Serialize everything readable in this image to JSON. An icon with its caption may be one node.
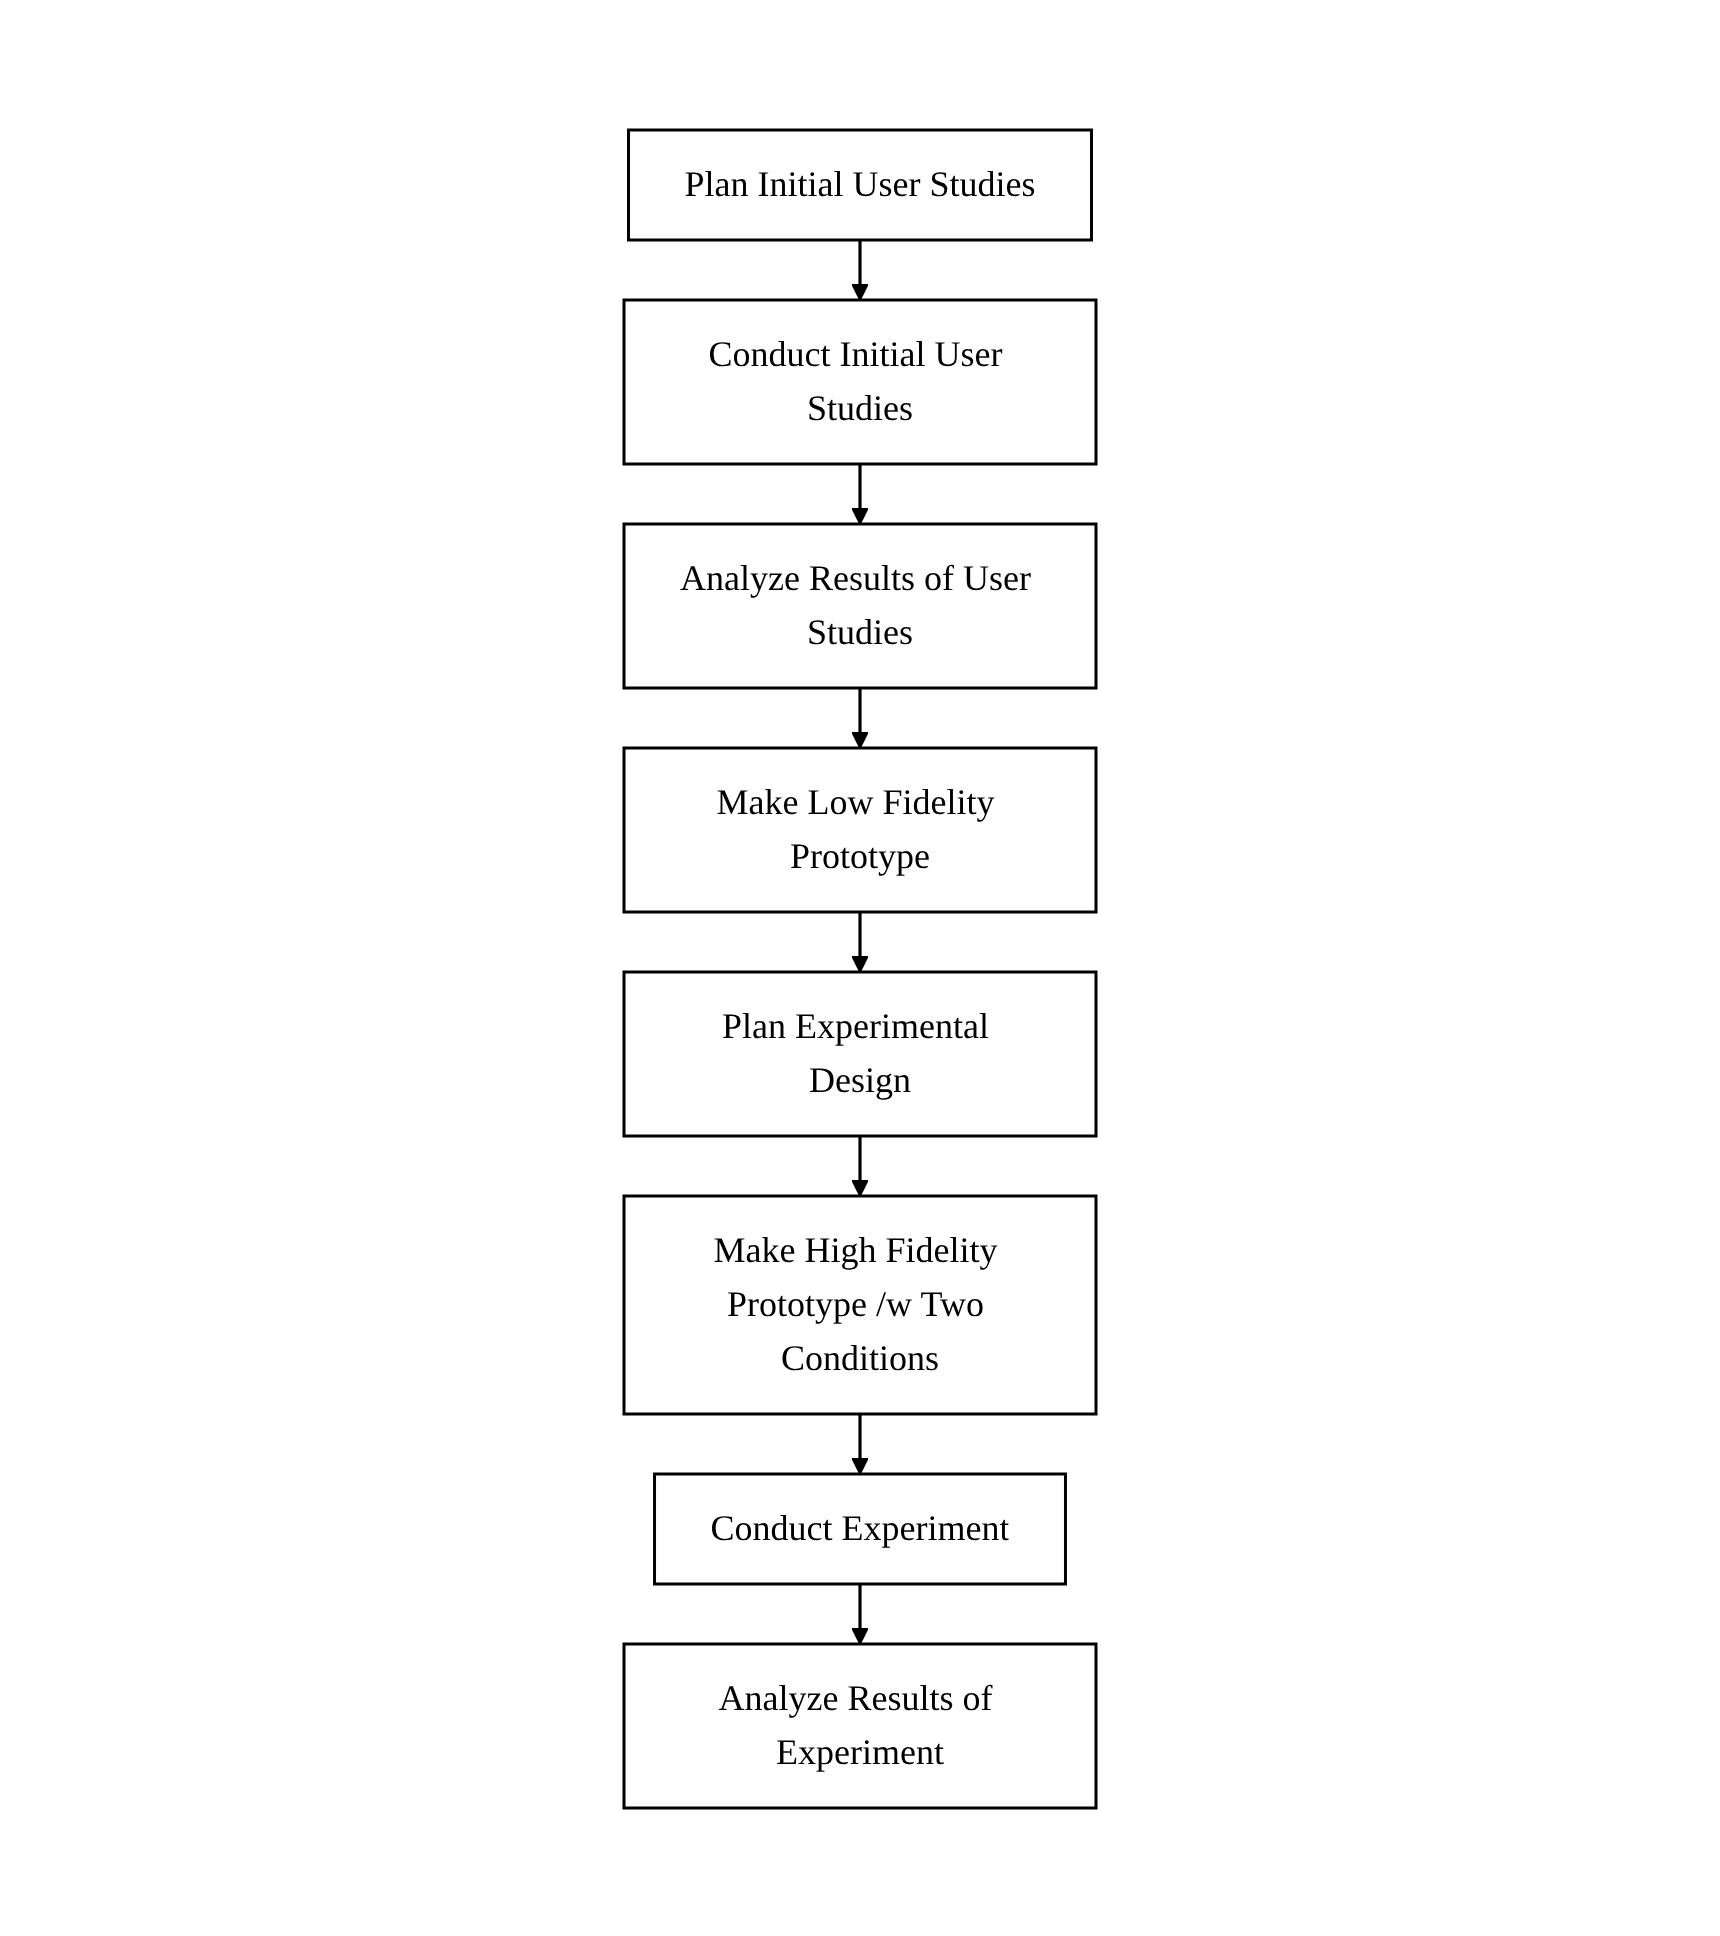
{
  "diagram": {
    "nodes": [
      {
        "text": [
          "Plan Initial User Studies"
        ]
      },
      {
        "text": [
          "Conduct Initial User Studies"
        ]
      },
      {
        "text": [
          "Analyze Results of User Studies"
        ]
      },
      {
        "text": [
          "Make Low Fidelity Prototype"
        ]
      },
      {
        "text": [
          "Plan Experimental Design"
        ]
      },
      {
        "text": [
          "Make High Fidelity Prototype /w Two Conditions"
        ]
      },
      {
        "text": [
          "Conduct Experiment"
        ]
      },
      {
        "text": [
          "Analyze Results of Experiment"
        ]
      }
    ],
    "edges": [
      {
        "from": 0,
        "to": 1,
        "arrow": "to"
      },
      {
        "from": 1,
        "to": 2,
        "arrow": "to"
      },
      {
        "from": 2,
        "to": 3,
        "arrow": "to"
      },
      {
        "from": 3,
        "to": 4,
        "arrow": "to"
      },
      {
        "from": 4,
        "to": 5,
        "arrow": "to"
      },
      {
        "from": 5,
        "to": 6,
        "arrow": "to"
      },
      {
        "from": 6,
        "to": 7,
        "arrow": "to"
      }
    ]
  }
}
